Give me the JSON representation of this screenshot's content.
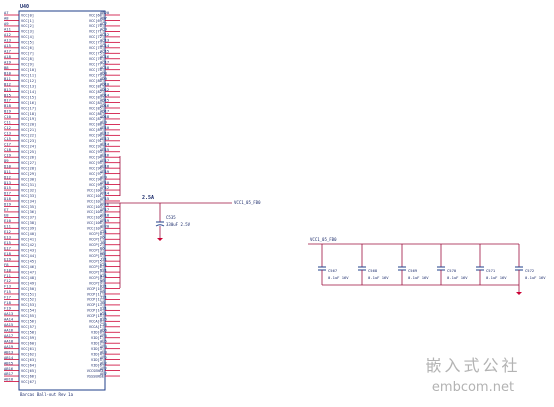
{
  "ic": {
    "refdes": "U40",
    "subtitle": "Barcas Ball-out Rev 1a",
    "left_pins": [
      {
        "pin": "A7",
        "signal": "VCC[0]"
      },
      {
        "pin": "A8",
        "signal": "VCC[1]"
      },
      {
        "pin": "A9",
        "signal": "VCC[2]"
      },
      {
        "pin": "A11",
        "signal": "VCC[3]"
      },
      {
        "pin": "A12",
        "signal": "VCC[4]"
      },
      {
        "pin": "A13",
        "signal": "VCC[5]"
      },
      {
        "pin": "A15",
        "signal": "VCC[6]"
      },
      {
        "pin": "A17",
        "signal": "VCC[7]"
      },
      {
        "pin": "A18",
        "signal": "VCC[8]"
      },
      {
        "pin": "A19",
        "signal": "VCC[9]"
      },
      {
        "pin": "B8",
        "signal": "VCC[10]"
      },
      {
        "pin": "B10",
        "signal": "VCC[11]"
      },
      {
        "pin": "B11",
        "signal": "VCC[12]"
      },
      {
        "pin": "B12",
        "signal": "VCC[13]"
      },
      {
        "pin": "B13",
        "signal": "VCC[14]"
      },
      {
        "pin": "B15",
        "signal": "VCC[15]"
      },
      {
        "pin": "B17",
        "signal": "VCC[16]"
      },
      {
        "pin": "B18",
        "signal": "VCC[17]"
      },
      {
        "pin": "B19",
        "signal": "VCC[18]"
      },
      {
        "pin": "C10",
        "signal": "VCC[19]"
      },
      {
        "pin": "C11",
        "signal": "VCC[20]"
      },
      {
        "pin": "C12",
        "signal": "VCC[21]"
      },
      {
        "pin": "C13",
        "signal": "VCC[22]"
      },
      {
        "pin": "C15",
        "signal": "VCC[23]"
      },
      {
        "pin": "C17",
        "signal": "VCC[24]"
      },
      {
        "pin": "C18",
        "signal": "VCC[25]"
      },
      {
        "pin": "C19",
        "signal": "VCC[26]"
      },
      {
        "pin": "D9",
        "signal": "VCC[27]"
      },
      {
        "pin": "D10",
        "signal": "VCC[28]"
      },
      {
        "pin": "D11",
        "signal": "VCC[29]"
      },
      {
        "pin": "D12",
        "signal": "VCC[30]"
      },
      {
        "pin": "D13",
        "signal": "VCC[31]"
      },
      {
        "pin": "D15",
        "signal": "VCC[32]"
      },
      {
        "pin": "D17",
        "signal": "VCC[33]"
      },
      {
        "pin": "D18",
        "signal": "VCC[34]"
      },
      {
        "pin": "D19",
        "signal": "VCC[35]"
      },
      {
        "pin": "E7",
        "signal": "VCC[36]"
      },
      {
        "pin": "E8",
        "signal": "VCC[37]"
      },
      {
        "pin": "E10",
        "signal": "VCC[38]"
      },
      {
        "pin": "E11",
        "signal": "VCC[39]"
      },
      {
        "pin": "E12",
        "signal": "VCC[40]"
      },
      {
        "pin": "E13",
        "signal": "VCC[41]"
      },
      {
        "pin": "E15",
        "signal": "VCC[42]"
      },
      {
        "pin": "E17",
        "signal": "VCC[43]"
      },
      {
        "pin": "E18",
        "signal": "VCC[44]"
      },
      {
        "pin": "E19",
        "signal": "VCC[45]"
      },
      {
        "pin": "F8",
        "signal": "VCC[46]"
      },
      {
        "pin": "F10",
        "signal": "VCC[47]"
      },
      {
        "pin": "F11",
        "signal": "VCC[48]"
      },
      {
        "pin": "F12",
        "signal": "VCC[49]"
      },
      {
        "pin": "F13",
        "signal": "VCC[50]"
      },
      {
        "pin": "F15",
        "signal": "VCC[51]"
      },
      {
        "pin": "F17",
        "signal": "VCC[52]"
      },
      {
        "pin": "F18",
        "signal": "VCC[53]"
      },
      {
        "pin": "F19",
        "signal": "VCC[54]"
      },
      {
        "pin": "AA13",
        "signal": "VCC[55]"
      },
      {
        "pin": "AA14",
        "signal": "VCC[56]"
      },
      {
        "pin": "AA15",
        "signal": "VCC[57]"
      },
      {
        "pin": "AA16",
        "signal": "VCC[58]"
      },
      {
        "pin": "AA17",
        "signal": "VCC[59]"
      },
      {
        "pin": "AA18",
        "signal": "VCC[60]"
      },
      {
        "pin": "AA19",
        "signal": "VCC[61]"
      },
      {
        "pin": "AB13",
        "signal": "VCC[62]"
      },
      {
        "pin": "AB14",
        "signal": "VCC[63]"
      },
      {
        "pin": "AB15",
        "signal": "VCC[64]"
      },
      {
        "pin": "AB16",
        "signal": "VCC[65]"
      },
      {
        "pin": "AB17",
        "signal": "VCC[66]"
      },
      {
        "pin": "AB18",
        "signal": "VCC[67]"
      }
    ],
    "right_pins": [
      {
        "pin": "AB20",
        "signal": "VCC[68]"
      },
      {
        "pin": "AB7",
        "signal": "VCC[69]"
      },
      {
        "pin": "AC7",
        "signal": "VCC[70]"
      },
      {
        "pin": "AC9",
        "signal": "VCC[71]"
      },
      {
        "pin": "AC12",
        "signal": "VCC[72]"
      },
      {
        "pin": "AC13",
        "signal": "VCC[73]"
      },
      {
        "pin": "AC14",
        "signal": "VCC[74]"
      },
      {
        "pin": "AC15",
        "signal": "VCC[75]"
      },
      {
        "pin": "AC16",
        "signal": "VCC[76]"
      },
      {
        "pin": "AC17",
        "signal": "VCC[77]"
      },
      {
        "pin": "AC18",
        "signal": "VCC[78]"
      },
      {
        "pin": "AD8",
        "signal": "VCC[79]"
      },
      {
        "pin": "AD9",
        "signal": "VCC[80]"
      },
      {
        "pin": "AD10",
        "signal": "VCC[81]"
      },
      {
        "pin": "AD12",
        "signal": "VCC[82]"
      },
      {
        "pin": "AD14",
        "signal": "VCC[83]"
      },
      {
        "pin": "AD15",
        "signal": "VCC[84]"
      },
      {
        "pin": "AD16",
        "signal": "VCC[85]"
      },
      {
        "pin": "AD17",
        "signal": "VCC[86]"
      },
      {
        "pin": "AD18",
        "signal": "VCC[87]"
      },
      {
        "pin": "AE9",
        "signal": "VCC[88]"
      },
      {
        "pin": "AE10",
        "signal": "VCC[89]"
      },
      {
        "pin": "AE12",
        "signal": "VCC[90]"
      },
      {
        "pin": "AE13",
        "signal": "VCC[91]"
      },
      {
        "pin": "AE14",
        "signal": "VCC[92]"
      },
      {
        "pin": "AE15",
        "signal": "VCC[93]"
      },
      {
        "pin": "AE16",
        "signal": "VCC[94]"
      },
      {
        "pin": "AE17",
        "signal": "VCC[95]"
      },
      {
        "pin": "AE18",
        "signal": "VCC[96]"
      },
      {
        "pin": "AE19",
        "signal": "VCC[97]"
      },
      {
        "pin": "AF9",
        "signal": "VCC[98]"
      },
      {
        "pin": "AF10",
        "signal": "VCC[99]"
      },
      {
        "pin": "AF12",
        "signal": "VCC[100]"
      },
      {
        "pin": "AF14",
        "signal": "VCC[101]"
      },
      {
        "pin": "AF15",
        "signal": "VCC[102]"
      },
      {
        "pin": "AF16",
        "signal": "VCC[103]"
      },
      {
        "pin": "AF17",
        "signal": "VCC[104]"
      },
      {
        "pin": "AF18",
        "signal": "VCC[105]"
      },
      {
        "pin": "AF19",
        "signal": "VCC[106]"
      },
      {
        "pin": "AF20",
        "signal": "VCC[107]"
      },
      {
        "pin": "G21",
        "signal": "VCCP[0]"
      },
      {
        "pin": "V6",
        "signal": "VCCP[1]"
      },
      {
        "pin": "J6",
        "signal": "VCCP[2]"
      },
      {
        "pin": "K6",
        "signal": "VCCP[3]"
      },
      {
        "pin": "M6",
        "signal": "VCCP[4]"
      },
      {
        "pin": "J21",
        "signal": "VCCP[5]"
      },
      {
        "pin": "K21",
        "signal": "VCCP[6]"
      },
      {
        "pin": "M21",
        "signal": "VCCP[7]"
      },
      {
        "pin": "N21",
        "signal": "VCCP[8]"
      },
      {
        "pin": "N6",
        "signal": "VCCP[9]"
      },
      {
        "pin": "R21",
        "signal": "VCCP[10]"
      },
      {
        "pin": "R6",
        "signal": "VCCP[11]"
      },
      {
        "pin": "T21",
        "signal": "VCCP[12]"
      },
      {
        "pin": "T6",
        "signal": "VCCP[13]"
      },
      {
        "pin": "V21",
        "signal": "VCCP[14]"
      },
      {
        "pin": "W21",
        "signal": "VCCP[15]"
      },
      {
        "pin": "B26",
        "signal": "VCCA[0]"
      },
      {
        "pin": "C26",
        "signal": "VCCA[1]"
      },
      {
        "pin": "AD6",
        "signal": "VID[0]"
      },
      {
        "pin": "AF5",
        "signal": "VID[1]"
      },
      {
        "pin": "AE5",
        "signal": "VID[2]"
      },
      {
        "pin": "AF4",
        "signal": "VID[3]"
      },
      {
        "pin": "AE3",
        "signal": "VID[4]"
      },
      {
        "pin": "AF2",
        "signal": "VID[5]"
      },
      {
        "pin": "AE2",
        "signal": "VID[6]"
      },
      {
        "pin": "AF7",
        "signal": "VCCSENSE"
      },
      {
        "pin": "AE7",
        "signal": "VSSSENSE"
      }
    ]
  },
  "current_label": "2.5A",
  "bulk_cap": {
    "ref": "C535",
    "value": "330uF 2.5V"
  },
  "net_right": "VCC1_05_FB0",
  "net_caps": "VCC1_05_FB0",
  "caps": [
    {
      "ref": "C567",
      "value": "0.1uF 16V"
    },
    {
      "ref": "C568",
      "value": "0.1uF 16V"
    },
    {
      "ref": "C569",
      "value": "0.1uF 16V"
    },
    {
      "ref": "C570",
      "value": "0.1uF 16V"
    },
    {
      "ref": "C571",
      "value": "0.1uF 16V"
    },
    {
      "ref": "C572",
      "value": "0.1uF 16V"
    }
  ],
  "colors": {
    "pin": "#cc0033",
    "wire": "#9c0f3e",
    "body": "#1f3f8a",
    "text": "#1a2a6a"
  },
  "watermark": {
    "cn": "嵌入式公社",
    "en": "embcom.net"
  }
}
